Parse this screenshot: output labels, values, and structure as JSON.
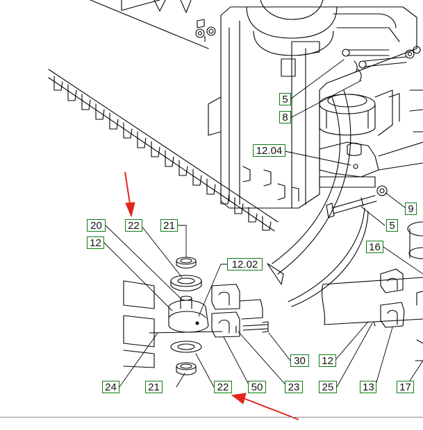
{
  "callouts": {
    "c5_top": "5",
    "c8": "8",
    "c12_04": "12.04",
    "c9": "9",
    "c5_right": "5",
    "c16": "16",
    "c20": "20",
    "c22_top": "22",
    "c21_top": "21",
    "c12_left": "12",
    "c12_02": "12.02",
    "c30": "30",
    "c12_bottom": "12",
    "c24": "24",
    "c21_bottom": "21",
    "c22_bottom": "22",
    "c50": "50",
    "c23": "23",
    "c25": "25",
    "c13": "13",
    "c17": "17"
  },
  "colors": {
    "callout_border": "#0b7a12",
    "arrow": "#e0261c",
    "line": "#000000"
  }
}
